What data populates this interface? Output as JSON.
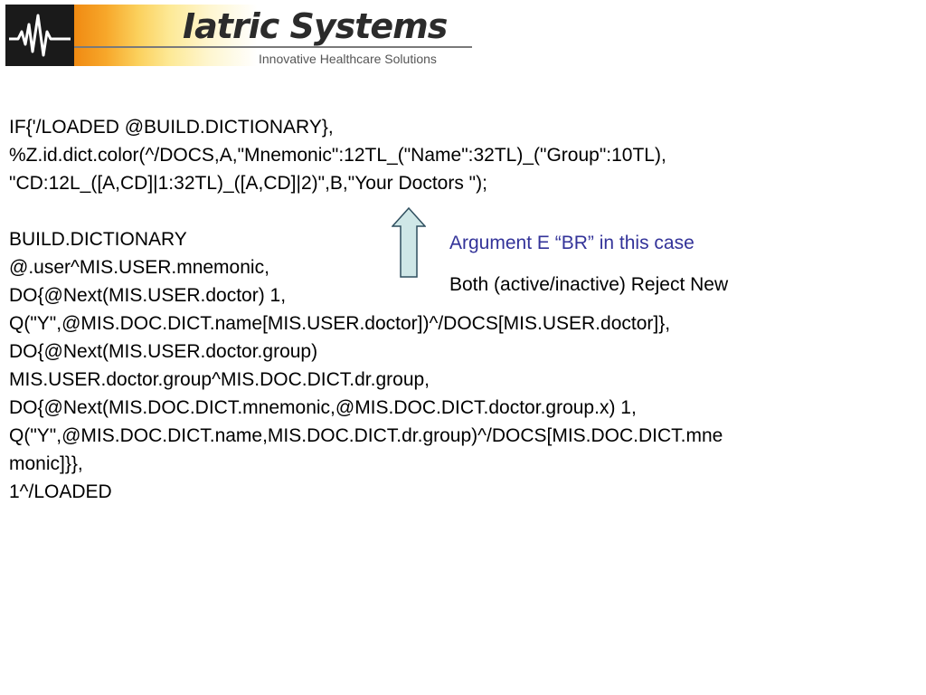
{
  "logo": {
    "title": "Iatric Systems",
    "tagline": "Innovative Healthcare Solutions"
  },
  "code_if": {
    "lines": [
      "IF{'/LOADED @BUILD.DICTIONARY},",
      "%Z.id.dict.color(^/DOCS,A,\"Mnemonic\":12TL_(\"Name\":32TL)_(\"Group\":10TL),",
      "\"CD:12L_([A,CD]|1:32TL)_([A,CD]|2)\",B,\"Your Doctors \");"
    ]
  },
  "code_build": {
    "lines": [
      "BUILD.DICTIONARY",
      "@.user^MIS.USER.mnemonic,",
      "DO{@Next(MIS.USER.doctor) 1,",
      "Q(\"Y\",@MIS.DOC.DICT.name[MIS.USER.doctor])^/DOCS[MIS.USER.doctor]},",
      "DO{@Next(MIS.USER.doctor.group)",
      "MIS.USER.doctor.group^MIS.DOC.DICT.dr.group,",
      "DO{@Next(MIS.DOC.DICT.mnemonic,@MIS.DOC.DICT.doctor.group.x) 1,",
      "Q(\"Y\",@MIS.DOC.DICT.name,MIS.DOC.DICT.dr.group)^/DOCS[MIS.DOC.DICT.mne",
      "monic]}},",
      "1^/LOADED"
    ]
  },
  "annotation": {
    "argument_note": "Argument E  “BR” in this case",
    "reject_note": "Both (active/inactive) Reject New",
    "accent_color": "#333399",
    "arrow_fill": "#cfe7e7",
    "arrow_stroke": "#2f4f5f"
  }
}
